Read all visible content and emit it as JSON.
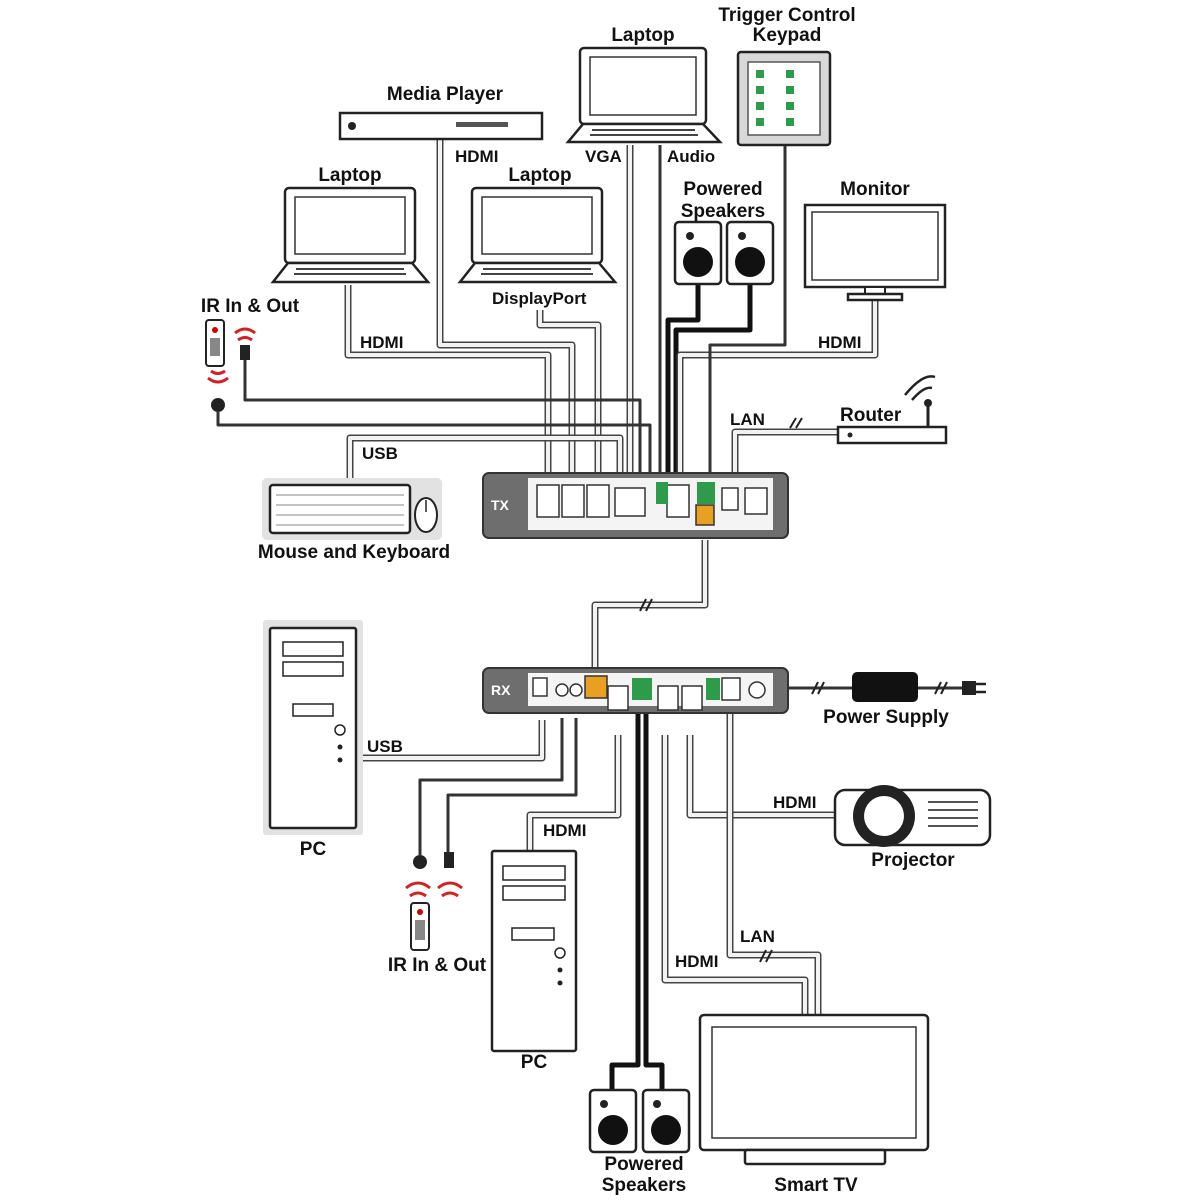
{
  "labels": {
    "trigger_keypad": [
      "Trigger Control",
      "Keypad"
    ],
    "laptop_top": "Laptop",
    "media_player": "Media Player",
    "laptop_left": "Laptop",
    "laptop_mid": "Laptop",
    "powered_speakers_top": [
      "Powered",
      "Speakers"
    ],
    "monitor": "Monitor",
    "ir_top": "IR In & Out",
    "hdmi_media": "HDMI",
    "vga": "VGA",
    "audio": "Audio",
    "displayport": "DisplayPort",
    "hdmi_left": "HDMI",
    "hdmi_monitor": "HDMI",
    "lan_top": "LAN",
    "router": "Router",
    "usb_top": "USB",
    "mouse_keyboard": "Mouse and Keyboard",
    "tx": "TX",
    "rx": "RX",
    "power_supply": "Power Supply",
    "usb_pc": "USB",
    "pc_left": "PC",
    "hdmi_projector": "HDMI",
    "projector": "Projector",
    "hdmi_pc": "HDMI",
    "ir_bottom": "IR In & Out",
    "pc_center": "PC",
    "lan_tv": "LAN",
    "hdmi_tv": "HDMI",
    "powered_speakers_bottom": [
      "Powered",
      "Speakers"
    ],
    "smart_tv": "Smart TV"
  }
}
